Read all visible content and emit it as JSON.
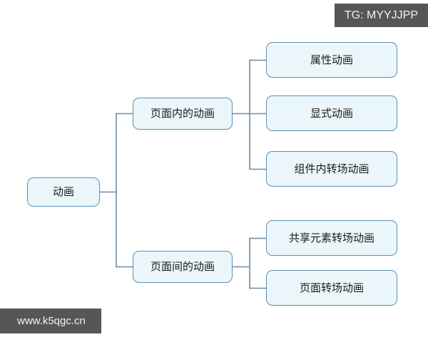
{
  "diagram": {
    "type": "mind-map",
    "orientation": "left-to-right",
    "root": {
      "id": "root",
      "label": "动画"
    },
    "level2": [
      {
        "id": "in-page",
        "label": "页面内的动画"
      },
      {
        "id": "between-page",
        "label": "页面间的动画"
      }
    ],
    "leaves": [
      {
        "id": "property-animation",
        "label": "属性动画",
        "parent": "in-page"
      },
      {
        "id": "explicit-animation",
        "label": "显式动画",
        "parent": "in-page"
      },
      {
        "id": "component-transition",
        "label": "组件内转场动画",
        "parent": "in-page"
      },
      {
        "id": "shared-element-transition",
        "label": "共享元素转场动画",
        "parent": "between-page"
      },
      {
        "id": "page-transition",
        "label": "页面转场动画",
        "parent": "between-page"
      }
    ],
    "colors": {
      "node_fill": "#eaf6fa",
      "node_border": "#5b8fb5",
      "connector": "#6a8aa8",
      "text": "#1a1a1a",
      "background": "#ffffff",
      "watermark_bg": "#565656",
      "watermark_text": "#f2f2f2"
    }
  },
  "watermarks": {
    "telegram": "TG: MYYJJPP",
    "site": "www.k5qgc.cn"
  }
}
